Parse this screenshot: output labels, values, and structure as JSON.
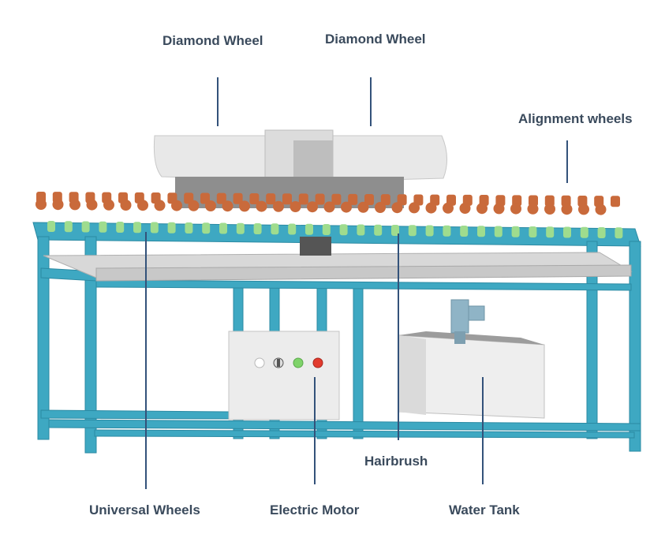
{
  "colors": {
    "label_text": "#3a4a5c",
    "leader_line": "#33527a",
    "frame": "#3ea8c2",
    "frame_dark": "#2b8aa3",
    "roller_copper": "#c96a3b",
    "roller_green": "#9fdc8e",
    "housing": "#e6e6e6",
    "tray": "#d8d8d8"
  },
  "labels": {
    "diamond_wheel_left": "Diamond Wheel",
    "diamond_wheel_right": "Diamond Wheel",
    "alignment_wheels": "Alignment wheels",
    "hairbrush": "Hairbrush",
    "universal_wheels": "Universal Wheels",
    "electric_motor": "Electric Motor",
    "water_tank": "Water Tank"
  },
  "control_panel": {
    "buttons": [
      "white-button",
      "selector-switch",
      "green-button",
      "red-button"
    ]
  }
}
